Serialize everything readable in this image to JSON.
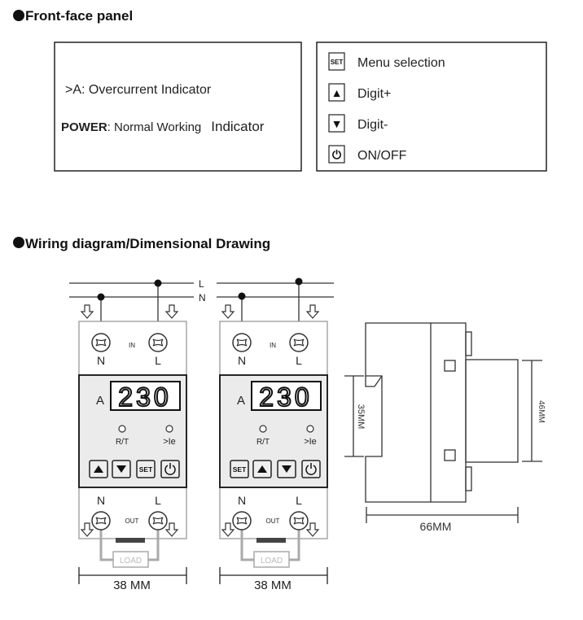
{
  "sections": {
    "front_panel_title": "Front-face panel",
    "wiring_title": "Wiring diagram/Dimensional Drawing"
  },
  "indicators": {
    "overcurrent_symbol": ">A",
    "overcurrent_text": ": Overcurrent Indicator",
    "power_symbol": "POWER",
    "power_text": ": Normal Working",
    "power_suffix": "Indicator"
  },
  "buttons_legend": [
    {
      "icon": "set-icon",
      "glyph": "SET",
      "label": "Menu selection"
    },
    {
      "icon": "up-arrow-icon",
      "glyph": "▲",
      "label": "Digit+"
    },
    {
      "icon": "down-arrow-icon",
      "glyph": "▼",
      "label": "Digit-"
    },
    {
      "icon": "power-icon",
      "glyph": "⏻",
      "label": "ON/OFF"
    }
  ],
  "wiring": {
    "line_L": "L",
    "line_N": "N",
    "in_label": "IN",
    "out_label": "OUT",
    "terminal_N": "N",
    "terminal_L": "L",
    "display_unit": "A",
    "display_value": "230",
    "led_rt": "R/T",
    "led_ie": ">Ie",
    "set_button": "SET",
    "load_label": "LOAD",
    "width_dim": "38 MM"
  },
  "dimensions": {
    "depth": "66MM",
    "rail": "35MM",
    "front_height": "46MM"
  }
}
